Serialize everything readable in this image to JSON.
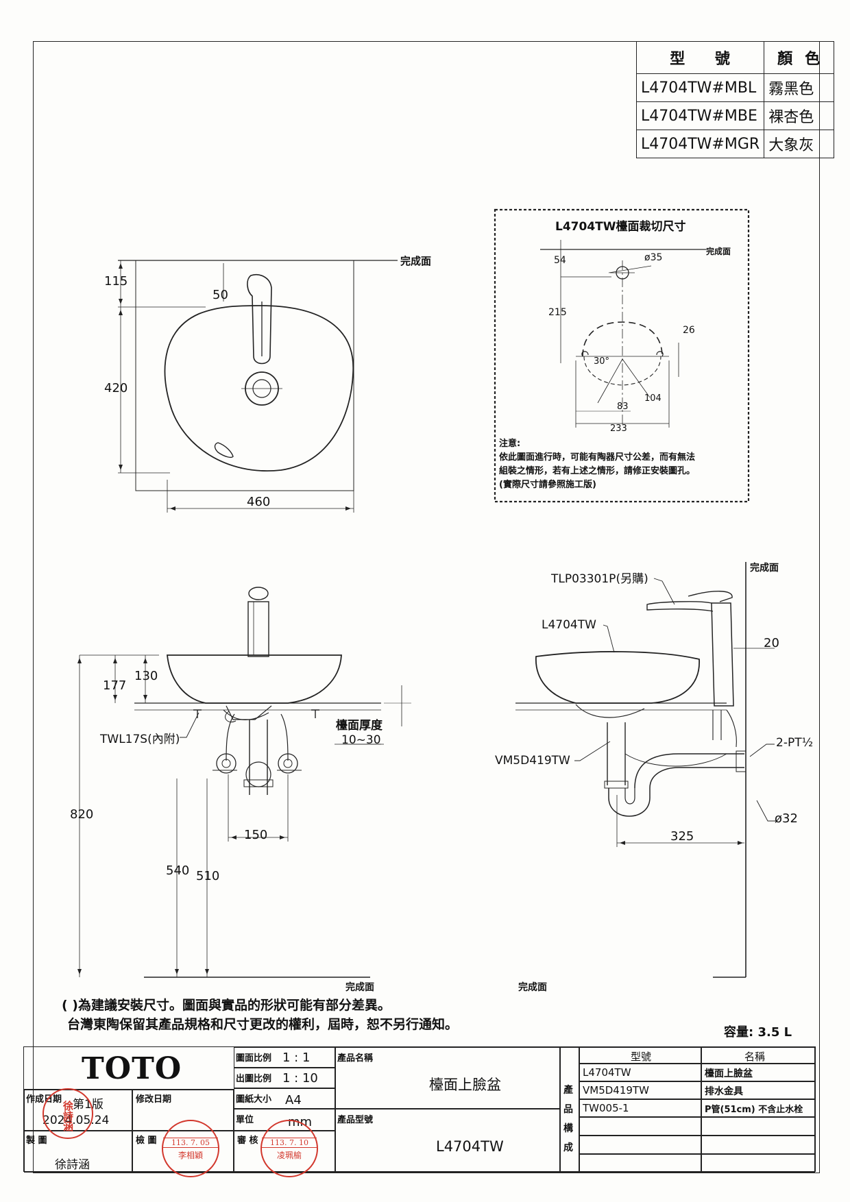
{
  "color_table": {
    "header_model": "型 號",
    "header_color": "顏色",
    "rows": [
      {
        "model": "L4704TW#MBL",
        "color": "霧黑色"
      },
      {
        "model": "L4704TW#MBE",
        "color": "裸杏色"
      },
      {
        "model": "L4704TW#MGR",
        "color": "大象灰"
      }
    ]
  },
  "top_view": {
    "finish_label": "完成面",
    "dim_115": "115",
    "dim_50": "50",
    "dim_420": "420",
    "dim_460": "460"
  },
  "cutout": {
    "title": "L4704TW檯面裁切尺寸",
    "finish_label": "完成面",
    "dim_54": "54",
    "dim_35": "ø35",
    "dim_215": "215",
    "dim_26": "26",
    "dim_30": "30°",
    "dim_83": "83",
    "dim_104": "104",
    "dim_233": "233",
    "note_title": "注意:",
    "note_line1": "依此圖面進行時，可能有陶器尺寸公差，而有無法",
    "note_line2": "組裝之情形，若有上述之情形，請修正安裝圖孔。",
    "note_line3": "(實際尺寸請參照施工版)"
  },
  "front_view": {
    "dim_177": "177",
    "dim_130": "130",
    "dim_820": "820",
    "dim_150": "150",
    "dim_540": "540",
    "dim_510": "510",
    "label_bracket": "TWL17S(內附)",
    "label_thickness": "檯面厚度",
    "label_thickness_range": "10~30",
    "finish_label": "完成面"
  },
  "side_view": {
    "label_faucet": "TLP03301P(另購)",
    "label_basin": "L4704TW",
    "label_drain": "VM5D419TW",
    "label_pt": "2-PT½",
    "dim_20": "20",
    "dim_32": "ø32",
    "dim_325": "325",
    "finish_label_top": "完成面",
    "finish_label_bottom": "完成面"
  },
  "notes": {
    "line1": "(   )為建議安裝尺寸。圖面與實品的形狀可能有部分差異。",
    "line2": "台灣東陶保留其產品規格和尺寸更改的權利，屆時，恕不另行通知。",
    "capacity": "容量: 3.5 L"
  },
  "title_block": {
    "logo": "TOTO",
    "created_label": "作成日期",
    "edition": "第1版",
    "created_date": "2024.05.24",
    "revised_label": "修改日期",
    "drawn_label": "製 圖",
    "drawn_name": "徐詩涵",
    "check_label": "檢 圖",
    "scale_label": "圖面比例",
    "scale_value": "1 : 1",
    "output_scale_label": "出圖比例",
    "output_scale_value": "1 : 10",
    "paper_label": "圖紙大小",
    "paper_value": "A4",
    "unit_label": "單位",
    "unit_value": "mm",
    "review_label": "審 核",
    "product_name_label": "產品名稱",
    "product_name": "檯面上臉盆",
    "product_model_label": "產品型號",
    "product_model": "L4704TW",
    "composition_label": "產品構成",
    "parts_header_model": "型號",
    "parts_header_name": "名稱",
    "parts": [
      {
        "model": "L4704TW",
        "name": "檯面上臉盆"
      },
      {
        "model": "VM5D419TW",
        "name": "排水金具"
      },
      {
        "model": "TW005-1",
        "name": "P管(51cm) 不含止水栓"
      }
    ],
    "stamp_drawn": "徐詩涵",
    "stamp_check_date": "113. 7. 05",
    "stamp_check_name": "李相穎",
    "stamp_review_date": "113. 7. 10",
    "stamp_review_name": "凌珮榆"
  }
}
